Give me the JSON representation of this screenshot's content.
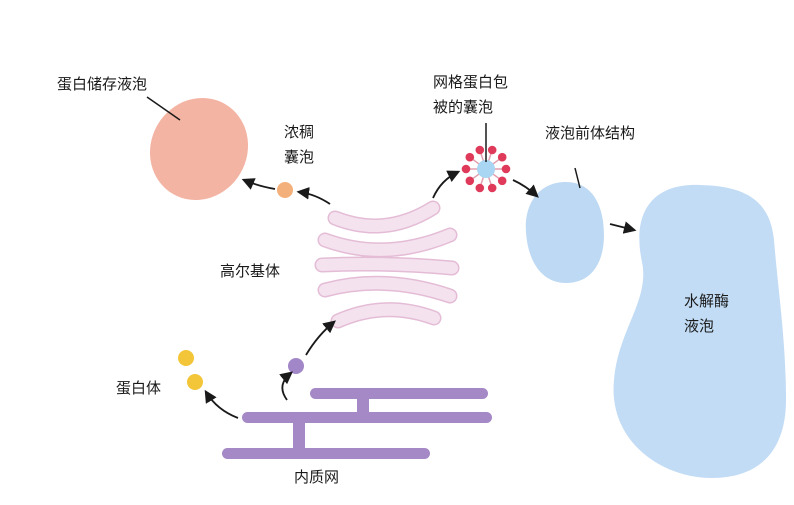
{
  "labels": {
    "storage_vacuole": "蛋白储存液泡",
    "dense_vesicle_1": "浓稠",
    "dense_vesicle_2": "囊泡",
    "ccv_1": "网格蛋白包",
    "ccv_2": "被的囊泡",
    "prevacuolar": "液泡前体结构",
    "golgi": "高尔基体",
    "lytic_vacuole_1": "水解酶",
    "lytic_vacuole_2": "液泡",
    "protein_body": "蛋白体",
    "er": "内质网"
  },
  "colors": {
    "storage_vacuole": "#f4b4a4",
    "dense_vesicle": "#f4b07a",
    "golgi": "#f2dcea",
    "golgi_edge": "#e4bcd6",
    "ccv_core": "#a9d6f2",
    "ccv_coat": "#e03a5a",
    "prevacuolar": "#bed9f3",
    "lytic_vacuole": "#c2dcf5",
    "er": "#a588c6",
    "er_vesicle": "#a187c8",
    "protein_body": "#f3c538",
    "arrow": "#1a1a1a"
  }
}
